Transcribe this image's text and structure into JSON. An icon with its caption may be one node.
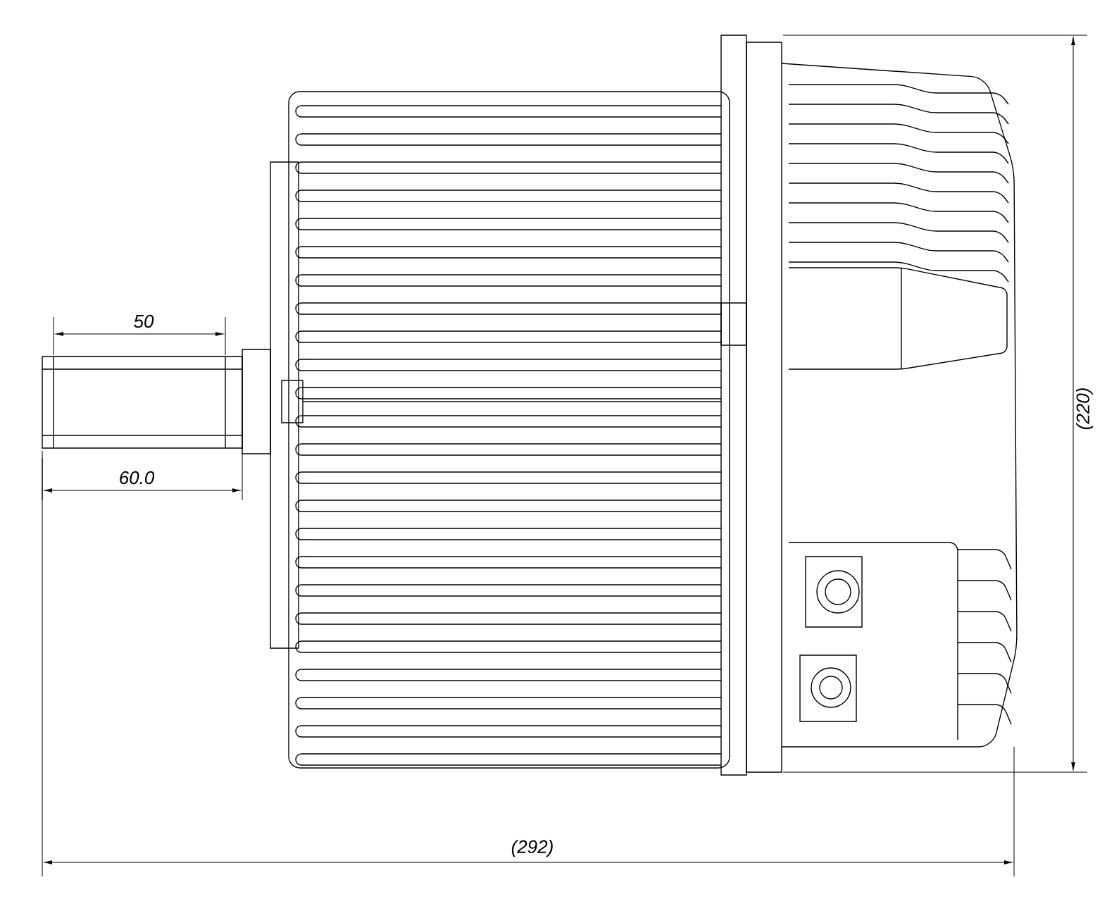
{
  "diagram": {
    "labels": [
      "50",
      "60.0",
      "(220)",
      "(292)"
    ]
  }
}
